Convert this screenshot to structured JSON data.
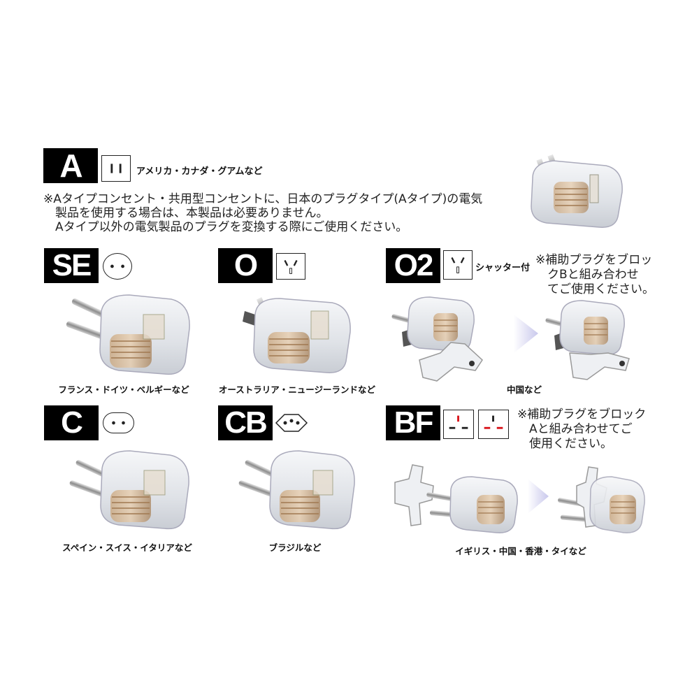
{
  "section_a": {
    "code": "A",
    "countries": "アメリカ・カナダ・グアムなど",
    "note_lines": [
      "※Aタイプコンセント・共用型コンセントに、日本のプラグタイプ(Aタイプ)の電気",
      "製品を使用する場合は、本製品は必要ありません。",
      "Aタイプ以外の電気製品のプラグを変換する際にご使用ください。"
    ]
  },
  "section_se": {
    "code": "SE",
    "caption": "フランス・ドイツ・ベルギーなど"
  },
  "section_o": {
    "code": "O",
    "caption": "オーストラリア・ニュージーランドなど"
  },
  "section_o2": {
    "code": "O2",
    "shutter": "シャッター付",
    "note_lines": [
      "※補助プラグをブロッ",
      "クBと組み合わせ",
      "てご使用ください。"
    ],
    "caption": "中国など"
  },
  "section_c": {
    "code": "C",
    "caption": "スペイン・スイス・イタリアなど"
  },
  "section_cb": {
    "code": "CB",
    "caption": "ブラジルなど"
  },
  "section_bf": {
    "code": "BF",
    "note_lines": [
      "※補助プラグをブロック",
      "Aと組み合わせてご",
      "使用ください。"
    ],
    "caption": "イギリス・中国・香港・タイなど",
    "accent_color": "#d9141a"
  }
}
